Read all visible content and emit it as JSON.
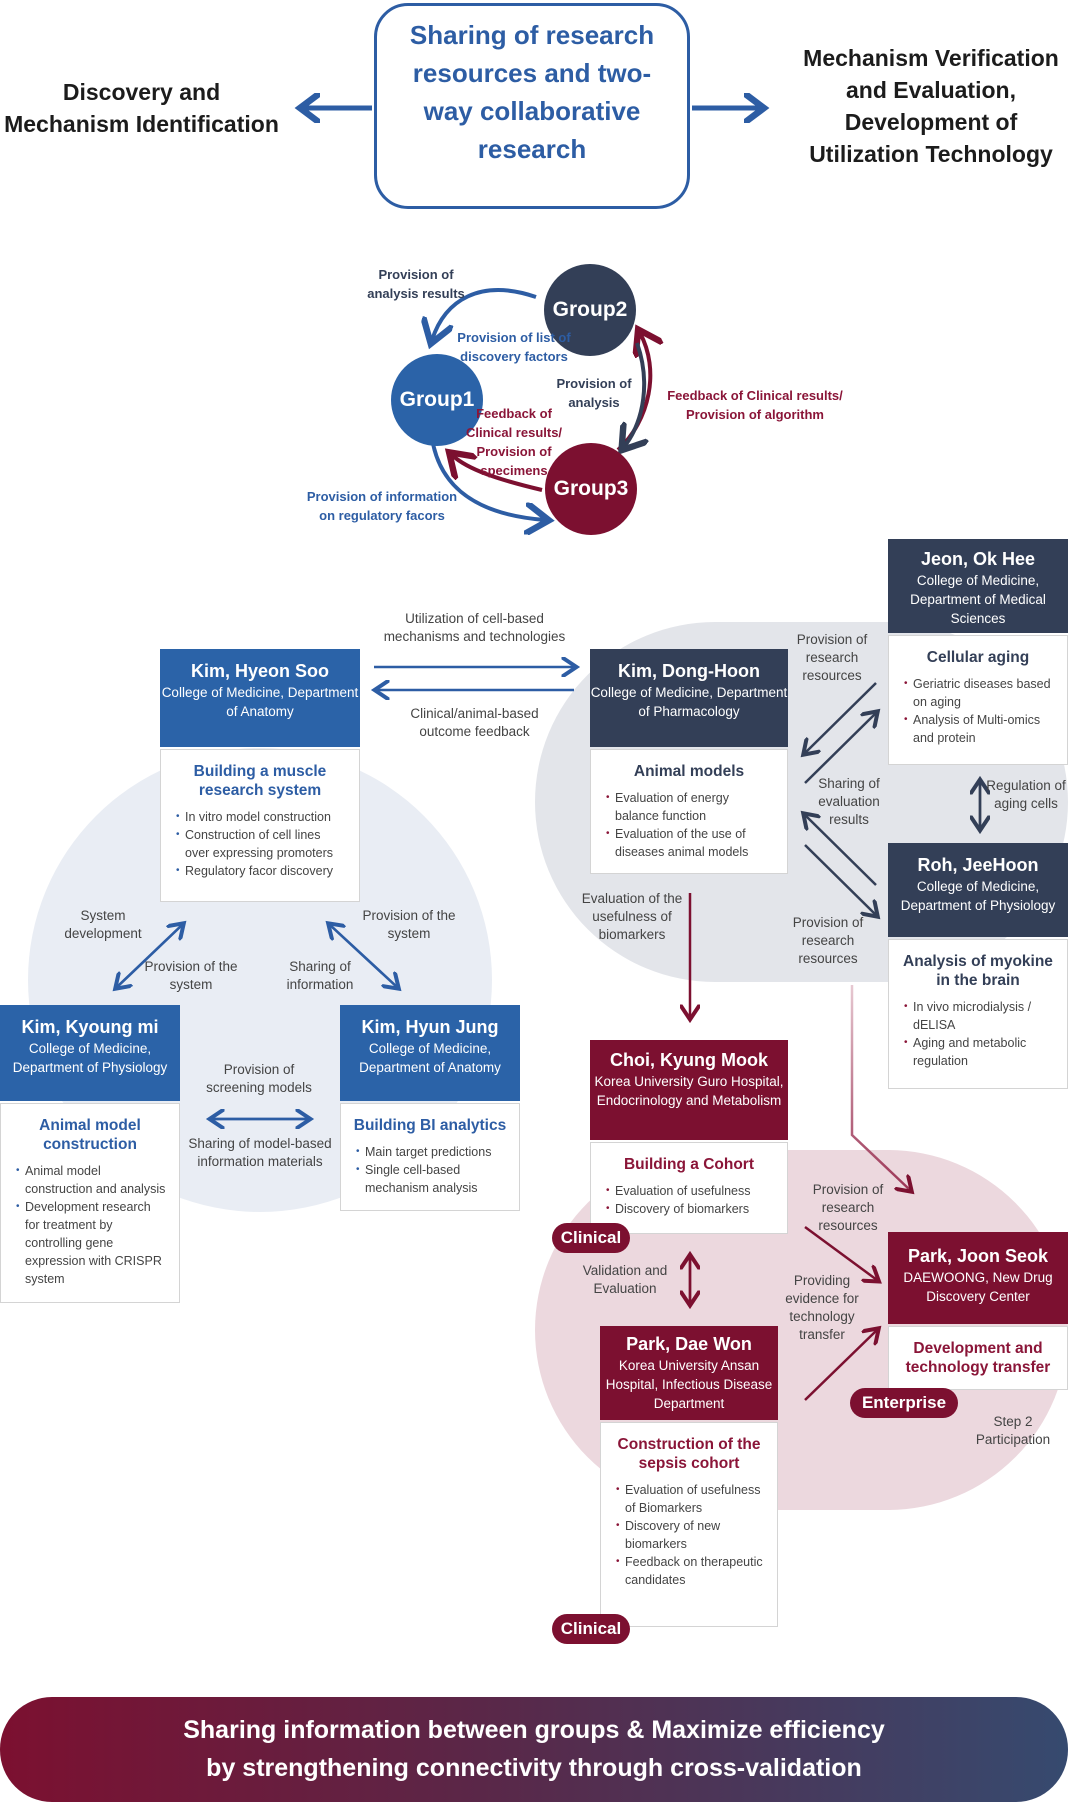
{
  "header": {
    "left": "Discovery and Mechanism Identification",
    "center": "Sharing of research resources and two-way collaborative research",
    "right": "Mechanism Verification and Evaluation, Development of Utilization Technology"
  },
  "cycle": {
    "group1": "Group1",
    "group2": "Group2",
    "group3": "Group3",
    "label_top_left": "Provision of analysis results",
    "label_inner_discovery": "Provision of list of discovery factors",
    "label_inner_analysis": "Provision of analysis",
    "label_right": "Feedback of Clinical results/ Provision of algorithm",
    "label_inner_feedback": "Feedback of Clinical results/ Provision of specimens",
    "label_bottom_left": "Provision of information on regulatory facors"
  },
  "flows": {
    "cell_mech": "Utilization of cell-based mechanisms and technologies",
    "clinical_feedback": "Clinical/animal-based outcome feedback",
    "system_dev": "System development",
    "provision_system_left": "Provision of the system",
    "provision_system_right": "Provision of the system",
    "sharing_info": "Sharing of information",
    "screening": "Provision of screening models",
    "sharing_model": "Sharing of model-based information materials",
    "provision_resources_top": "Provision of research resources",
    "sharing_eval": "Sharing of evaluation results",
    "regulation": "Regulation of aging cells",
    "provision_resources_mid": "Provision of research resources",
    "eval_biomarkers": "Evaluation of the usefulness of biomarkers",
    "provision_resources_low": "Provision of research resources",
    "validation": "Validation and Evaluation",
    "evidence": "Providing evidence for technology transfer",
    "step2": "Step 2 Participation"
  },
  "cards": {
    "kim_hyeon_soo": {
      "name": "Kim, Hyeon Soo",
      "affil": "College of Medicine, Department of Anatomy",
      "title": "Building a muscle research system",
      "items": [
        "In vitro model construction",
        "Construction of cell lines over expressing promoters",
        "Regulatory facor discovery"
      ]
    },
    "kim_kyoung_mi": {
      "name": "Kim, Kyoung mi",
      "affil": "College of Medicine, Department of Physiology",
      "title": "Animal model construction",
      "items": [
        "Animal model construction and analysis",
        "Development research for treatment by controlling gene expression with CRISPR system"
      ]
    },
    "kim_hyun_jung": {
      "name": "Kim, Hyun Jung",
      "affil": "College of Medicine, Department of Anatomy",
      "title": "Building BI analytics",
      "items": [
        "Main target predictions",
        "Single cell-based mechanism analysis"
      ]
    },
    "kim_dong_hoon": {
      "name": "Kim, Dong-Hoon",
      "affil": "College of Medicine, Department of Pharmacology",
      "title": "Animal models",
      "items": [
        "Evaluation of energy balance function",
        "Evaluation of the use of diseases animal models"
      ]
    },
    "jeon_ok_hee": {
      "name": "Jeon, Ok Hee",
      "affil": "College of Medicine, Department of Medical Sciences",
      "title": "Cellular aging",
      "items": [
        "Geriatric diseases based on aging",
        "Analysis of Multi-omics and protein"
      ]
    },
    "roh_jeehoon": {
      "name": "Roh, JeeHoon",
      "affil": "College of Medicine, Department of Physiology",
      "title": "Analysis of myokine in the brain",
      "items": [
        "In vivo microdialysis / dELISA",
        "Aging and metabolic regulation"
      ]
    },
    "choi_kyung_mook": {
      "name": "Choi, Kyung Mook",
      "affil": "Korea University Guro Hospital, Endocrinology and Metabolism",
      "title": "Building a Cohort",
      "items": [
        "Evaluation of usefulness",
        "Discovery of biomarkers"
      ]
    },
    "park_dae_won": {
      "name": "Park, Dae Won",
      "affil": "Korea University Ansan Hospital, Infectious Disease Department",
      "title": "Construction of the sepsis cohort",
      "items": [
        "Evaluation of usefulness of Biomarkers",
        "Discovery of new biomarkers",
        "Feedback on therapeutic candidates"
      ]
    },
    "park_joon_seok": {
      "name": "Park, Joon Seok",
      "affil": "DAEWOONG, New Drug Discovery Center",
      "title": "Development and technology transfer",
      "items": []
    }
  },
  "tags": {
    "clinical_1": "Clinical",
    "clinical_2": "Clinical",
    "enterprise": "Enterprise"
  },
  "banner": {
    "line1": "Sharing information between groups & Maximize efficiency",
    "line2": "by strengthening connectivity through cross-validation"
  },
  "colors": {
    "blue": "#2d5da4",
    "navy": "#333f57",
    "red": "#7c1030"
  }
}
